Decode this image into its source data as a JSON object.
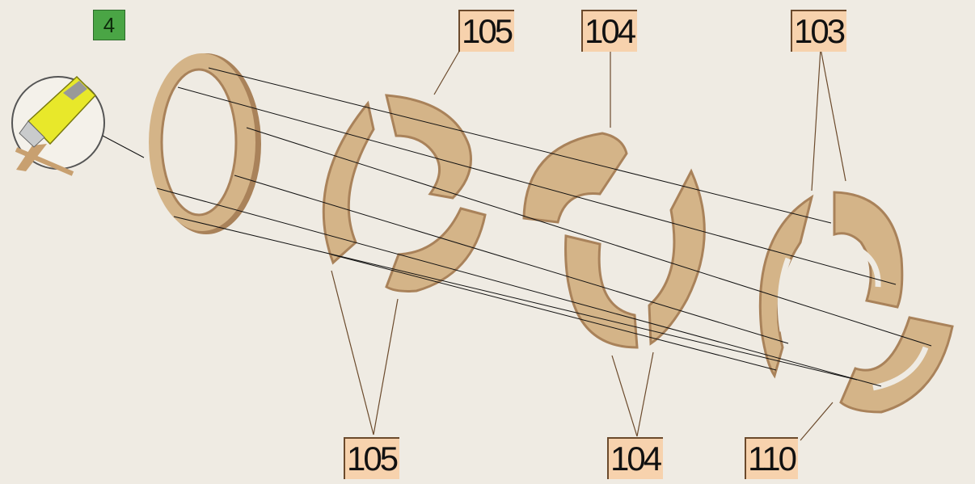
{
  "step": {
    "number": "4"
  },
  "labels": {
    "top": [
      "105",
      "104",
      "103"
    ],
    "bottom": [
      "105",
      "104",
      "110"
    ]
  },
  "icons": {
    "tool": "craft-knife-icon"
  },
  "colors": {
    "background": "#efebe3",
    "wood": "#d4b488",
    "wood_edge": "#a9825a",
    "badge": "#4aa545",
    "label_bg": "#f7d2ad",
    "leader": "#6b4a2c"
  }
}
